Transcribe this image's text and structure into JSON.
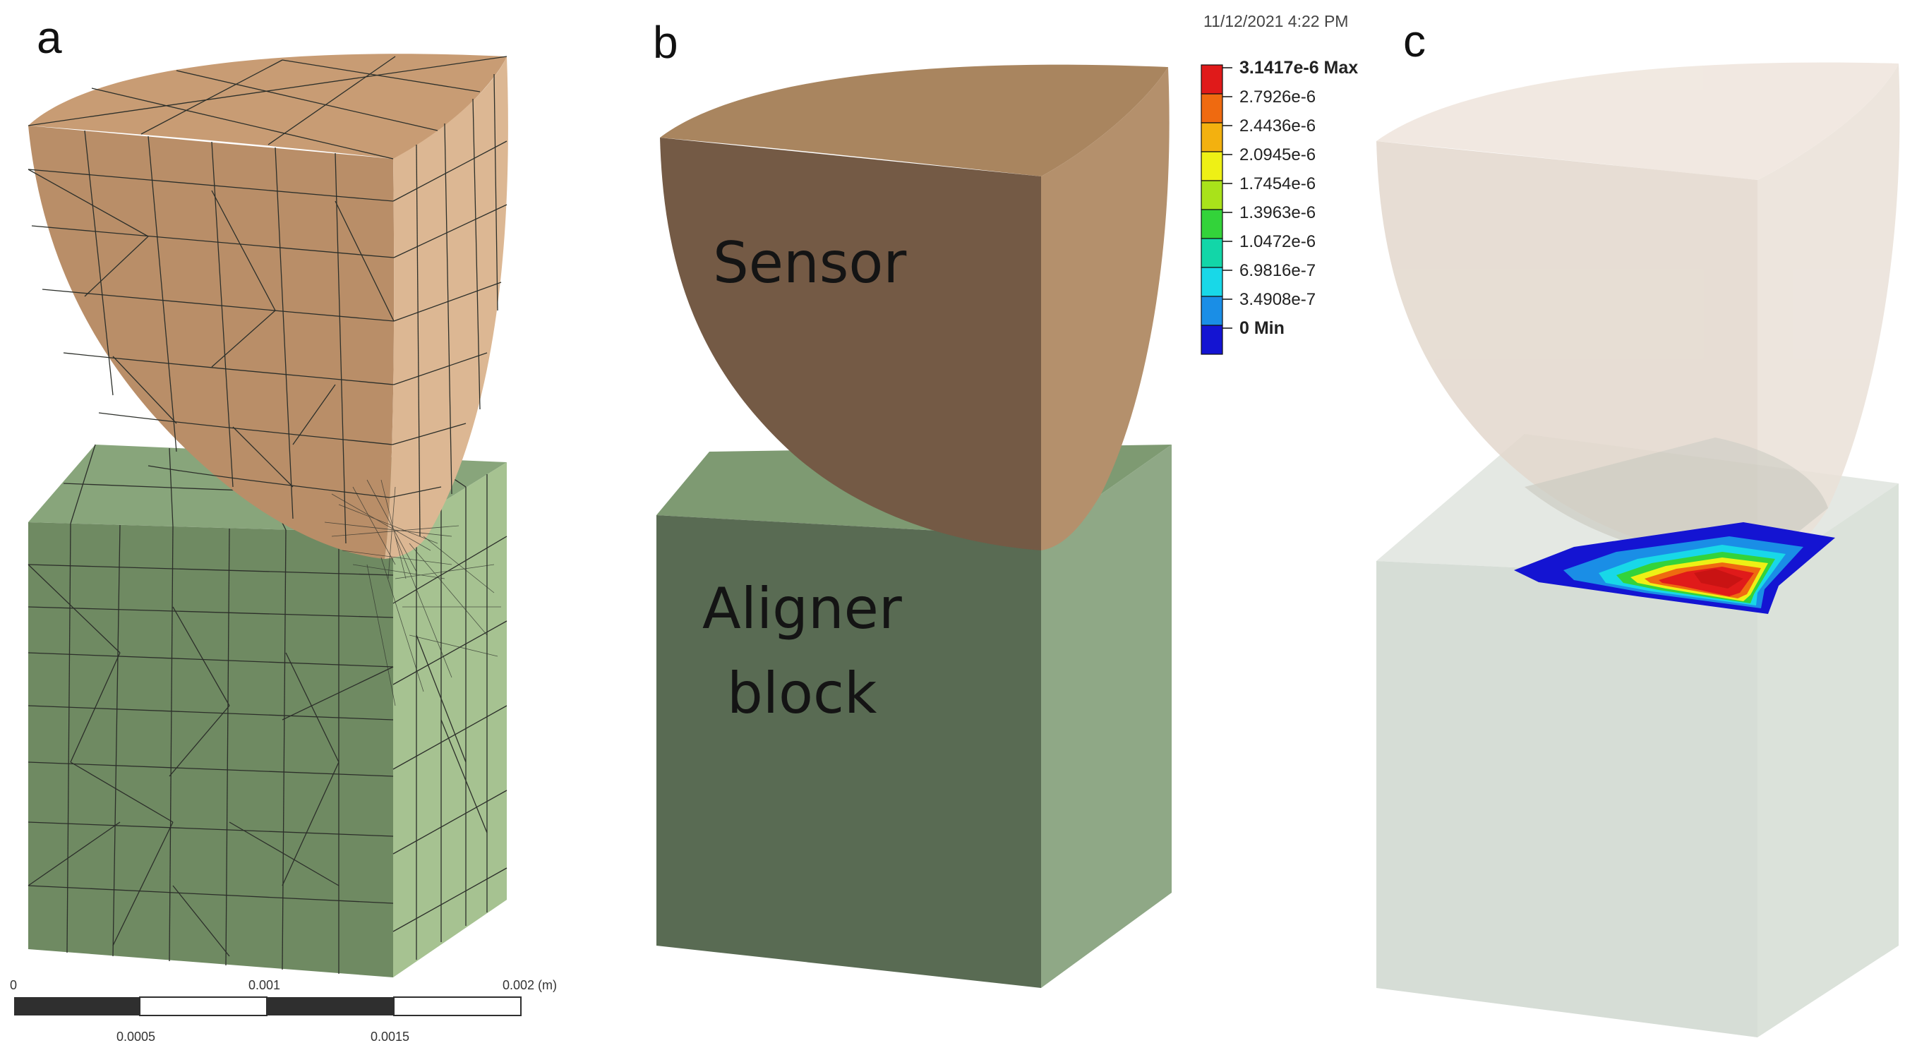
{
  "panels": {
    "a": {
      "letter": "a"
    },
    "b": {
      "letter": "b",
      "sensor_label": "Sensor",
      "block_label_1": "Aligner",
      "block_label_2": "block"
    },
    "c": {
      "letter": "c"
    }
  },
  "timestamp": "11/12/2021 4:22 PM",
  "legend": {
    "entries": [
      {
        "label": "3.1417e-6 Max",
        "color": "#e01a1a",
        "bold": true
      },
      {
        "label": "2.7926e-6",
        "color": "#ef6a10",
        "bold": false
      },
      {
        "label": "2.4436e-6",
        "color": "#f3b10f",
        "bold": false
      },
      {
        "label": "2.0945e-6",
        "color": "#eef015",
        "bold": false
      },
      {
        "label": "1.7454e-6",
        "color": "#a9e21a",
        "bold": false
      },
      {
        "label": "1.3963e-6",
        "color": "#33d33a",
        "bold": false
      },
      {
        "label": "1.0472e-6",
        "color": "#12d6a8",
        "bold": false
      },
      {
        "label": "6.9816e-7",
        "color": "#18d8e8",
        "bold": false
      },
      {
        "label": "3.4908e-7",
        "color": "#1a8ee6",
        "bold": false
      },
      {
        "label": "0 Min",
        "color": "#1414d2",
        "bold": true
      }
    ]
  },
  "scale_bar": {
    "top_ticks": [
      "0",
      "0.001",
      "0.002 (m)"
    ],
    "bottom_ticks": [
      "0.0005",
      "0.0015"
    ]
  },
  "colors": {
    "sensor_front": "#745a45",
    "sensor_side": "#b4906c",
    "sensor_top": "#a9855f",
    "block_front": "#596b53",
    "block_side": "#8fa886",
    "block_top": "#7e9a72",
    "mesh_sensor_front": "#b98e68",
    "mesh_sensor_side": "#dcb793",
    "mesh_block_front": "#6f8a62",
    "mesh_block_side": "#a6c291",
    "ghost_sensor": "#e9ddd3",
    "ghost_block": "#d6ddd6"
  }
}
